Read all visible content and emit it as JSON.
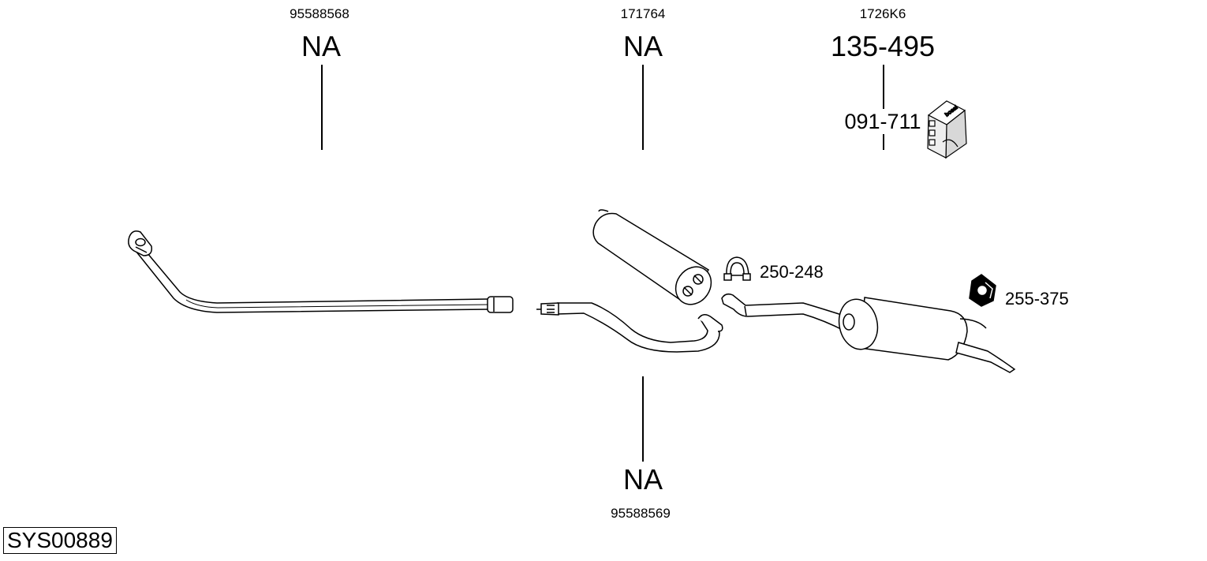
{
  "parts": {
    "front_pipe": {
      "ref": "95588568",
      "code": "NA"
    },
    "middle_silencer": {
      "ref": "171764",
      "code": "NA"
    },
    "rear_silencer": {
      "ref": "1726K6",
      "code": "135-495",
      "kit": "091-711"
    },
    "intermediate_pipe": {
      "ref": "95588569",
      "code": "NA"
    },
    "clamp": {
      "code": "250-248"
    },
    "gasket": {
      "code": "255-375"
    }
  },
  "kit_box": {
    "text": "bosal"
  },
  "system_id": "SYS00889"
}
